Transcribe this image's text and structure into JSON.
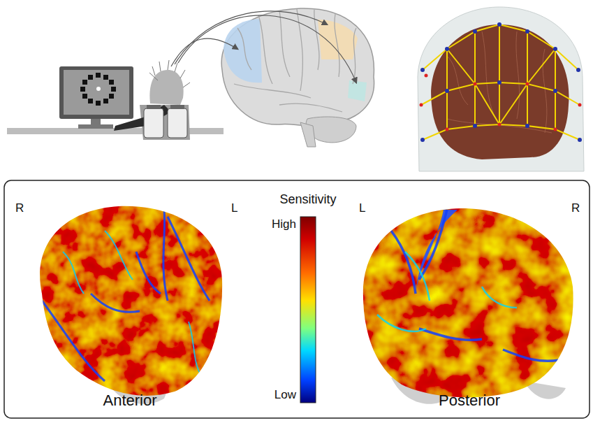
{
  "diagram": {
    "labels": [
      "R",
      "L",
      "Sensitivity",
      "High",
      "Low",
      "L",
      "R",
      "Anterior",
      "Posterior"
    ]
  }
}
